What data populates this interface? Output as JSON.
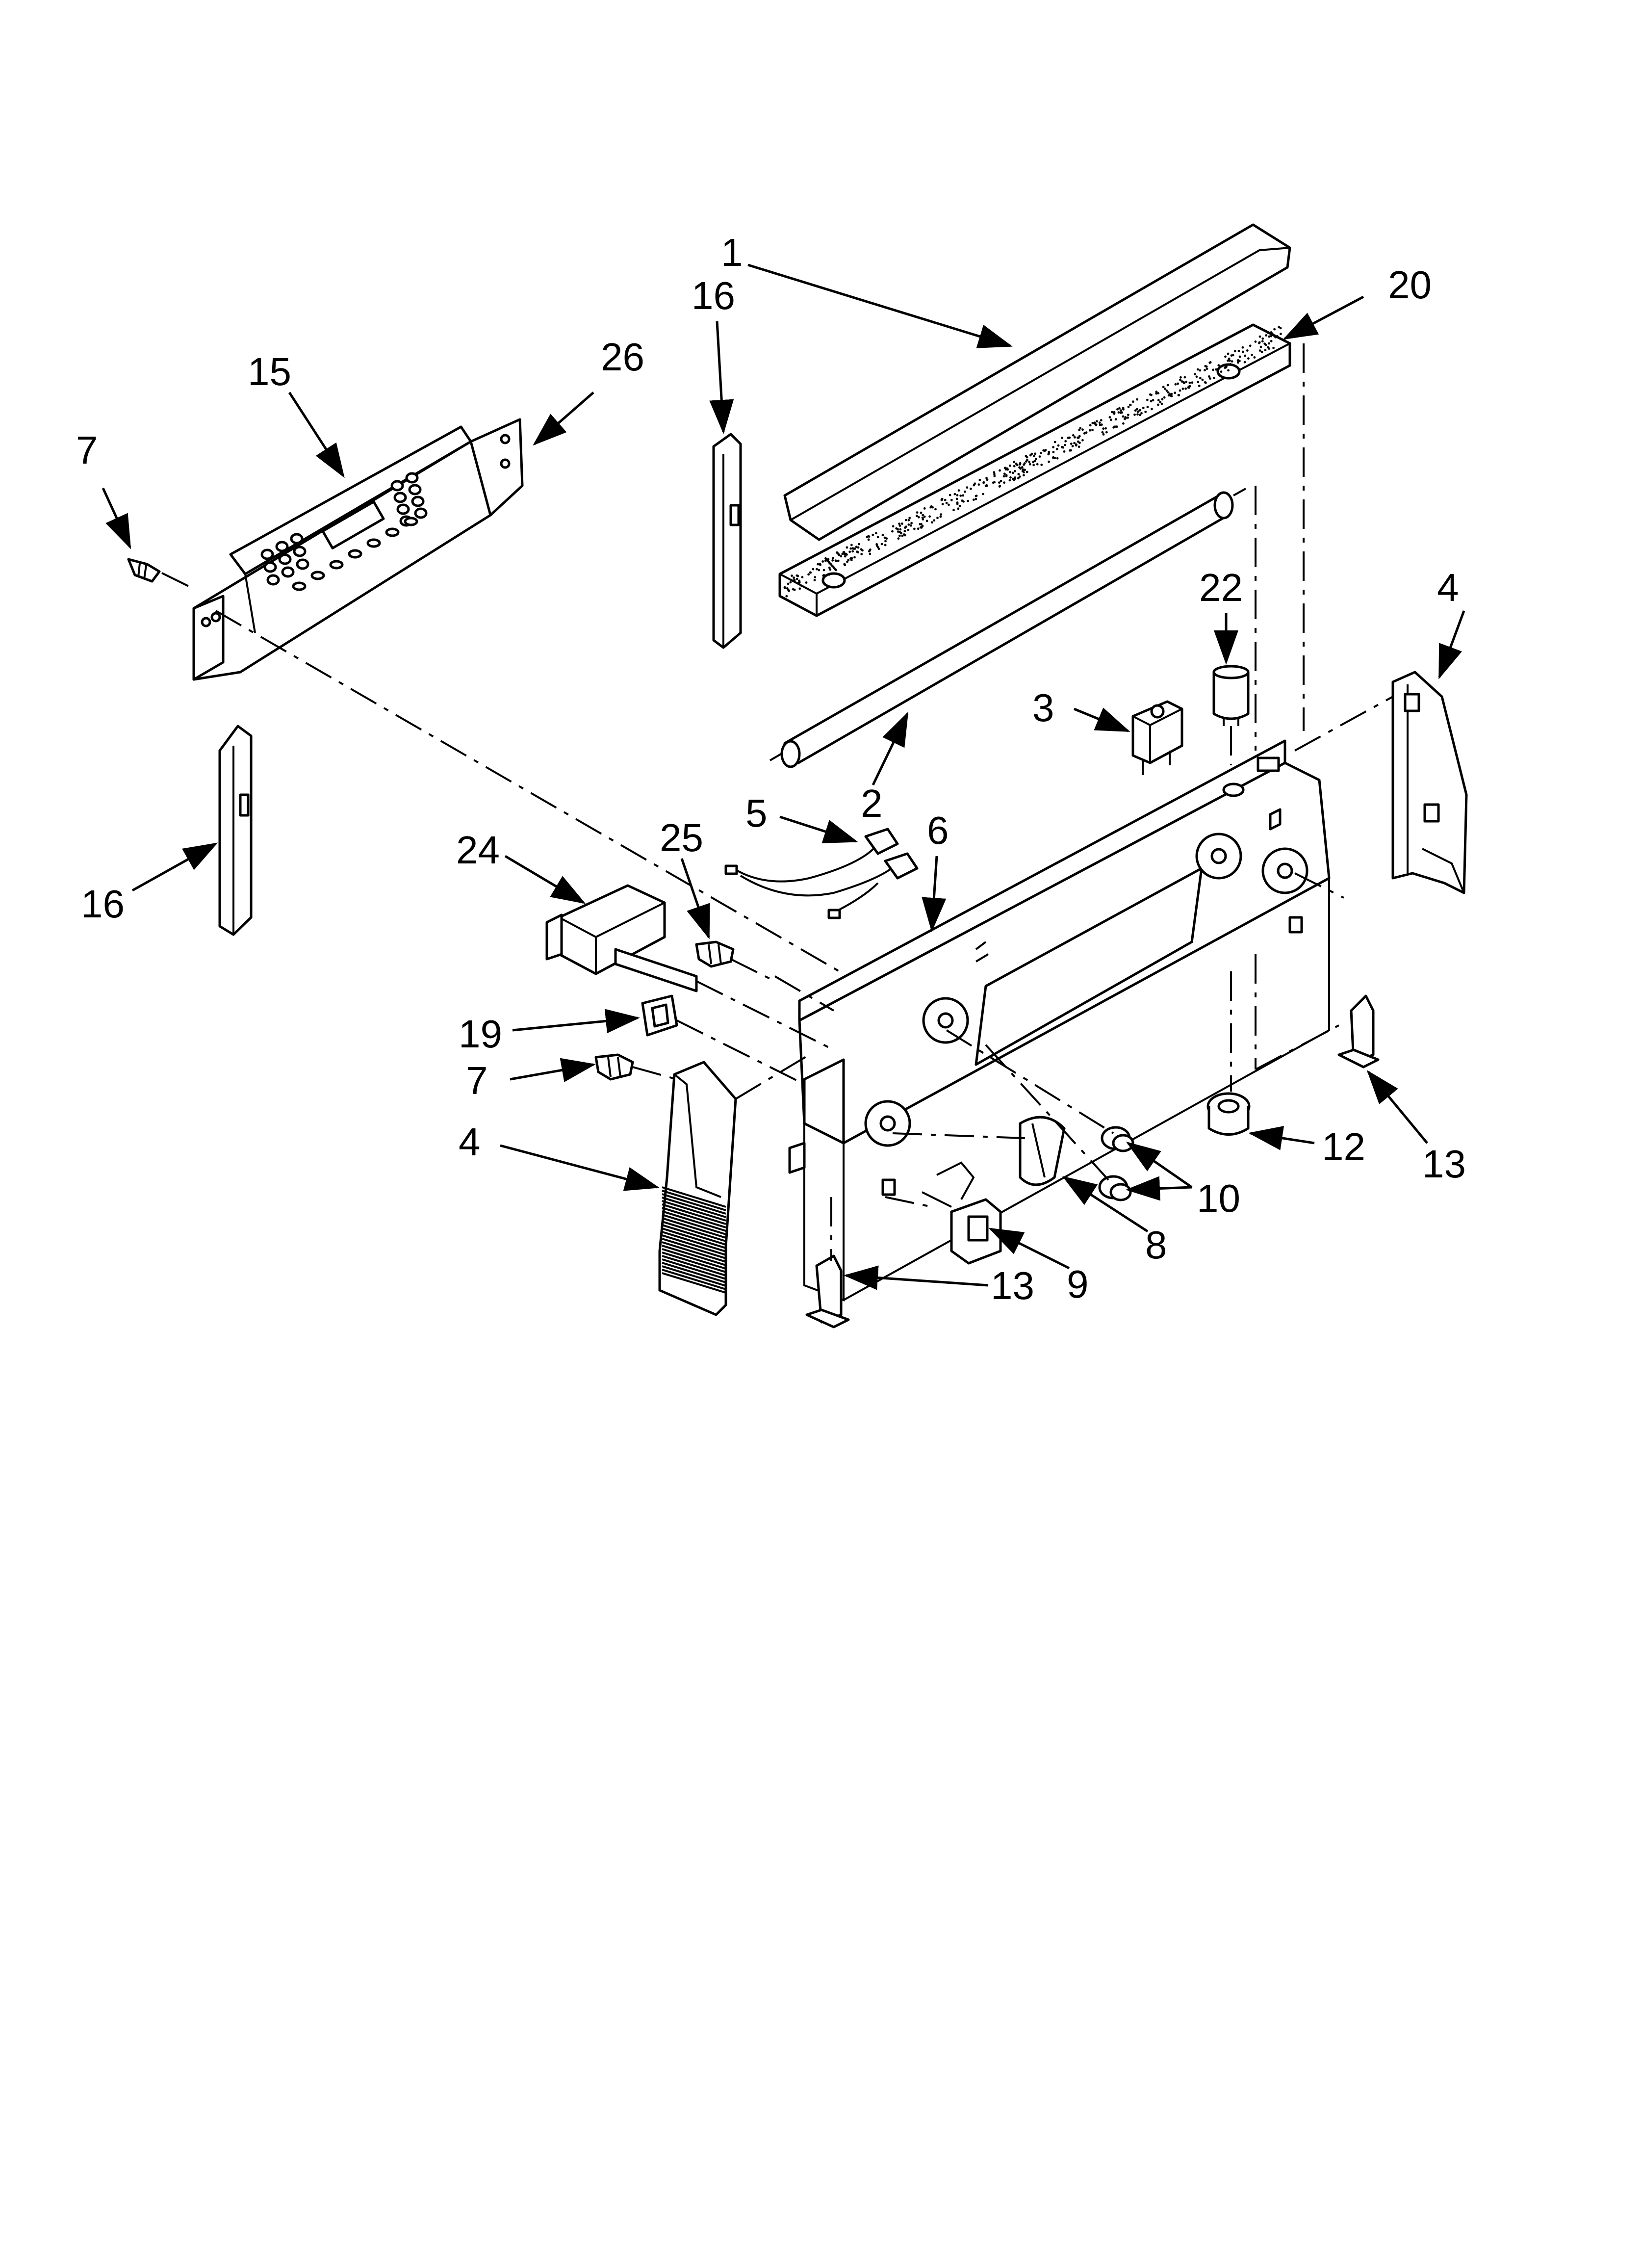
{
  "callouts": [
    {
      "id": "c1",
      "text": "1"
    },
    {
      "id": "c16a",
      "text": "16"
    },
    {
      "id": "c20",
      "text": "20"
    },
    {
      "id": "c15",
      "text": "15"
    },
    {
      "id": "c26",
      "text": "26"
    },
    {
      "id": "c7a",
      "text": "7"
    },
    {
      "id": "c22",
      "text": "22"
    },
    {
      "id": "c4a",
      "text": "4"
    },
    {
      "id": "c3",
      "text": "3"
    },
    {
      "id": "c2",
      "text": "2"
    },
    {
      "id": "c5",
      "text": "5"
    },
    {
      "id": "c6",
      "text": "6"
    },
    {
      "id": "c24",
      "text": "24"
    },
    {
      "id": "c25",
      "text": "25"
    },
    {
      "id": "c16b",
      "text": "16"
    },
    {
      "id": "c19",
      "text": "19"
    },
    {
      "id": "c7b",
      "text": "7"
    },
    {
      "id": "c4b",
      "text": "4"
    },
    {
      "id": "c12",
      "text": "12"
    },
    {
      "id": "c13a",
      "text": "13"
    },
    {
      "id": "c10",
      "text": "10"
    },
    {
      "id": "c8",
      "text": "8"
    },
    {
      "id": "c9",
      "text": "9"
    },
    {
      "id": "c13b",
      "text": "13"
    }
  ]
}
